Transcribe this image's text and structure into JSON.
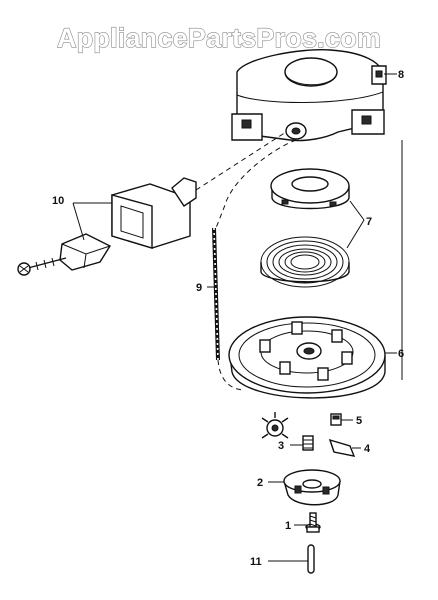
{
  "watermark": "AppliancePartsPros.com",
  "callouts": {
    "c1": "1",
    "c2": "2",
    "c3": "3",
    "c4": "4",
    "c5": "5",
    "c6": "6",
    "c7": "7",
    "c8": "8",
    "c9": "9",
    "c10": "10",
    "c11": "11"
  }
}
